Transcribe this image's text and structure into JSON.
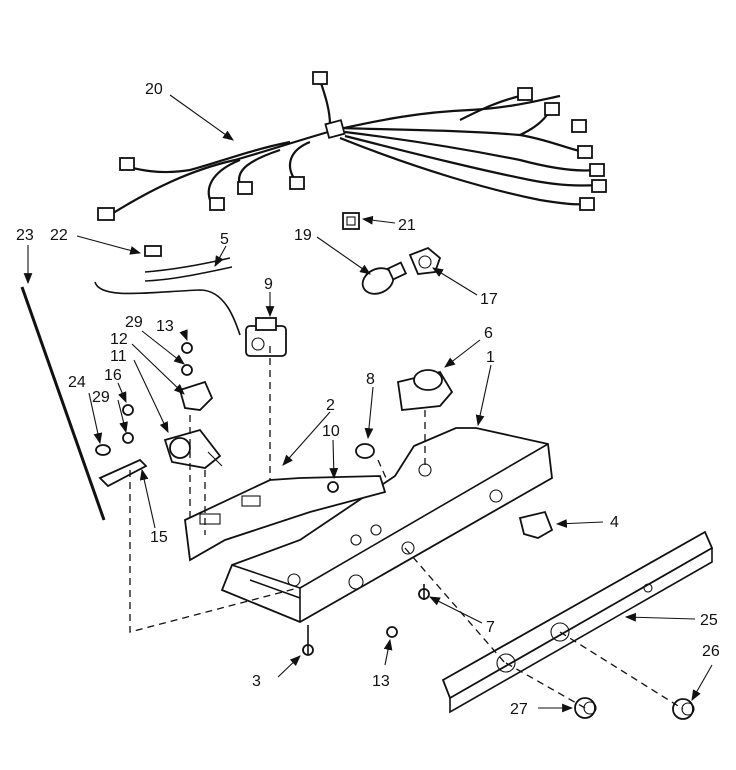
{
  "labels": {
    "l1": "1",
    "l2": "2",
    "l3": "3",
    "l4": "4",
    "l5": "5",
    "l6": "6",
    "l7": "7",
    "l8": "8",
    "l9": "9",
    "l10": "10",
    "l11": "11",
    "l12": "12",
    "l13a": "13",
    "l13b": "13",
    "l15": "15",
    "l16": "16",
    "l17": "17",
    "l19": "19",
    "l20": "20",
    "l21": "21",
    "l22": "22",
    "l23": "23",
    "l24": "24",
    "l25": "25",
    "l26": "26",
    "l27": "27",
    "l29a": "29",
    "l29b": "29"
  }
}
